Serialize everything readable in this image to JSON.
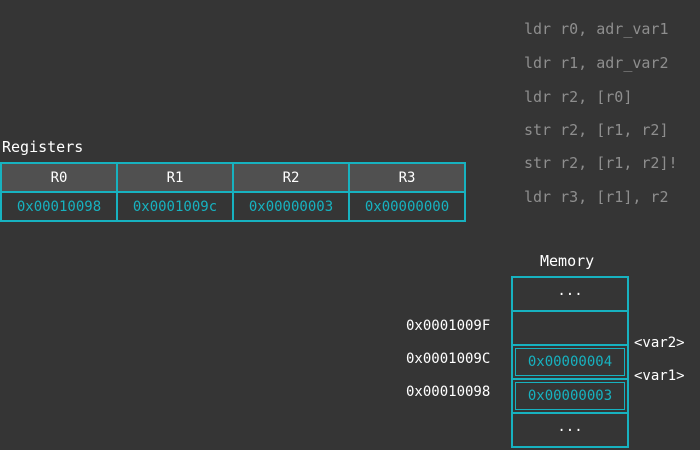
{
  "code": [
    "ldr r0, adr_var1",
    "ldr r1, adr_var2",
    "ldr r2, [r0]",
    "str r2, [r1, r2]",
    "str r2, [r1, r2]!",
    "ldr r3, [r1], r2"
  ],
  "registers": {
    "title": "Registers",
    "headers": [
      "R0",
      "R1",
      "R2",
      "R3"
    ],
    "values": [
      "0x00010098",
      "0x0001009c",
      "0x00000003",
      "0x00000000"
    ]
  },
  "memory": {
    "title": "Memory",
    "cells": [
      "...",
      "",
      "0x00000004",
      "0x00000003",
      "..."
    ],
    "addresses": [
      "0x0001009F",
      "0x0001009C",
      "0x00010098"
    ],
    "labels": [
      "<var2>",
      "<var1>"
    ]
  },
  "colors": {
    "accent": "#17b2c0",
    "background": "#353535",
    "header_fill": "#505050",
    "code_text": "#8e8e8e"
  }
}
